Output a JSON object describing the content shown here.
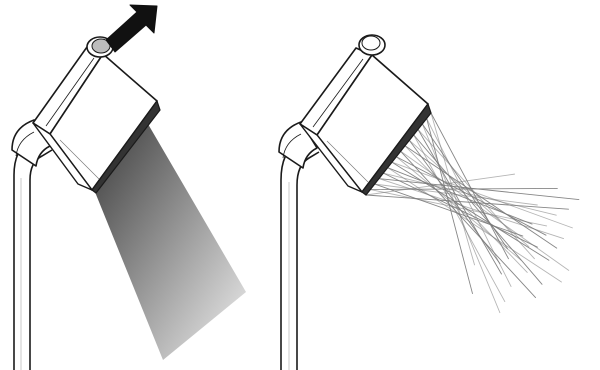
{
  "figure": {
    "panels": [
      {
        "mode": "concentrated-beam",
        "button_state": "pressed",
        "shows_press_arrow": true
      },
      {
        "mode": "wide-spray",
        "button_state": "released",
        "shows_press_arrow": false
      }
    ]
  },
  "icons": {
    "press_arrow": "arrow-down-left-icon",
    "mode_button": "round-push-button-icon"
  },
  "colors": {
    "background": "#ffffff",
    "outline": "#1a1a1a",
    "body_fill": "#ffffff",
    "spray_face": "#333333",
    "beam_dark": "#3c3c3c",
    "beam_light": "#f0f0f0",
    "jet_stroke": "#7a7a7a",
    "button_pressed": "#bdbdbd",
    "button_released": "#ffffff",
    "arrow": "#111111"
  }
}
